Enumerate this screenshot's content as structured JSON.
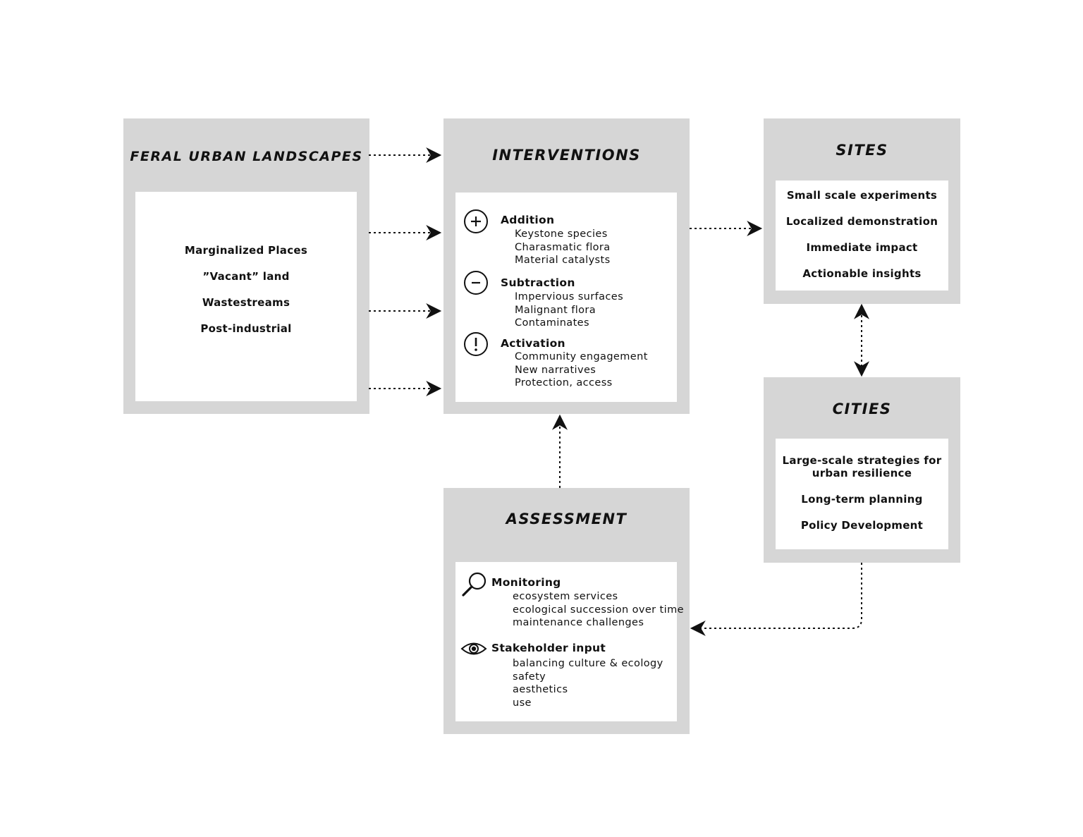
{
  "feral": {
    "title": "FERAL URBAN LANDSCAPES",
    "items": [
      "Marginalized Places",
      "”Vacant” land",
      "Wastestreams",
      "Post-industrial"
    ]
  },
  "interventions": {
    "title": "INTERVENTIONS",
    "groups": [
      {
        "icon": "plus-circle-icon",
        "label": "Addition",
        "items": [
          "Keystone species",
          "Charasmatic flora",
          "Material catalysts"
        ]
      },
      {
        "icon": "minus-circle-icon",
        "label": "Subtraction",
        "items": [
          "Impervious surfaces",
          "Malignant flora",
          "Contaminates"
        ]
      },
      {
        "icon": "exclamation-circle-icon",
        "label": "Activation",
        "items": [
          "Community engagement",
          "New narratives",
          "Protection, access"
        ]
      }
    ]
  },
  "sites": {
    "title": "SITES",
    "items": [
      "Small scale experiments",
      "Localized demonstration",
      "Immediate impact",
      "Actionable insights"
    ]
  },
  "cities": {
    "title": "CITIES",
    "items": [
      "Large-scale strategies for",
      "urban resilience",
      "Long-term planning",
      "Policy Development"
    ]
  },
  "assessment": {
    "title": "ASSESSMENT",
    "groups": [
      {
        "icon": "magnifier-icon",
        "label": "Monitoring",
        "items": [
          "ecosystem services",
          "ecological succession over time",
          "maintenance challenges"
        ]
      },
      {
        "icon": "eye-icon",
        "label": "Stakeholder input",
        "items": [
          "balancing culture & ecology",
          "safety",
          "aesthetics",
          "use"
        ]
      }
    ]
  },
  "colors": {
    "box": "#d6d6d6",
    "panel": "#ffffff",
    "line": "#111111"
  }
}
